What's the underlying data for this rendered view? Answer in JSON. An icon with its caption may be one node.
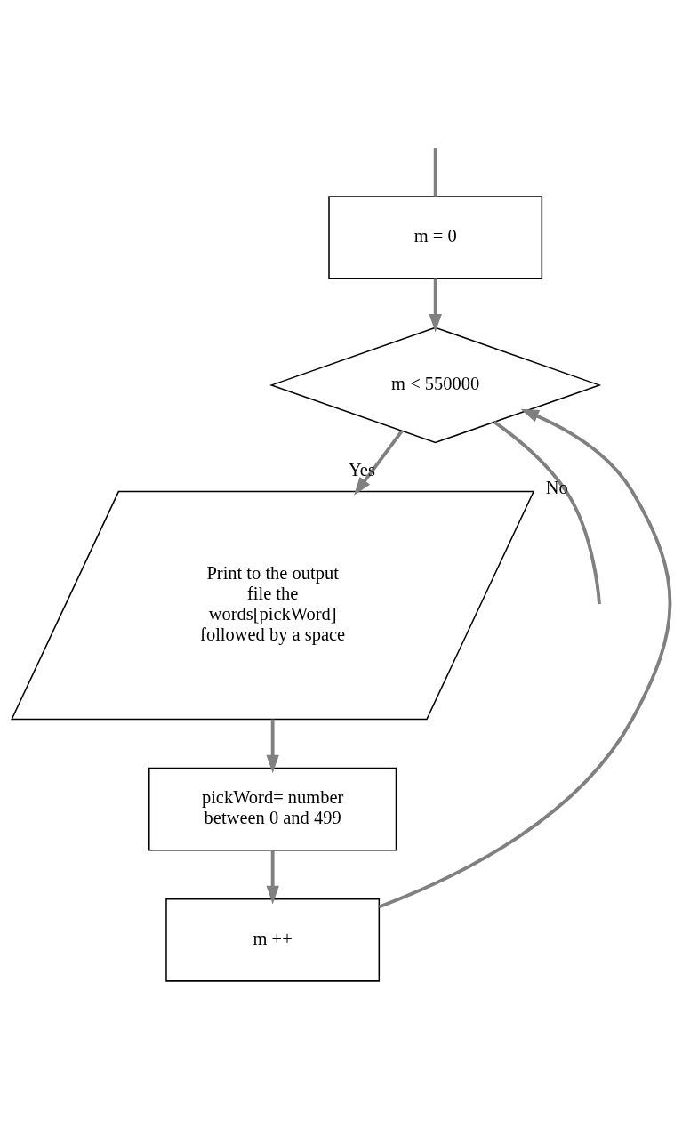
{
  "diagram": {
    "nodes": [
      {
        "text": [
          "m = 0"
        ]
      },
      {
        "text": [
          "m < 550000"
        ]
      },
      {
        "text": [
          "Print to the output file the words[pickWord] followed by a space"
        ]
      },
      {
        "text": [
          "pickWord= number between 0 and 499"
        ]
      },
      {
        "text": [
          "m ++"
        ]
      }
    ],
    "edges": [
      {
        "from": null,
        "to": 0,
        "arrow": "none"
      },
      {
        "from": 0,
        "to": 1,
        "arrow": "to"
      },
      {
        "from": 1,
        "to": 2,
        "arrow": "to",
        "label": "Yes"
      },
      {
        "from": 2,
        "to": 3,
        "arrow": "to"
      },
      {
        "from": 3,
        "to": 4,
        "arrow": "to"
      },
      {
        "from": 4,
        "to": 1,
        "arrow": "to"
      },
      {
        "from": 1,
        "to": null,
        "arrow": "none",
        "label": "No"
      }
    ]
  }
}
